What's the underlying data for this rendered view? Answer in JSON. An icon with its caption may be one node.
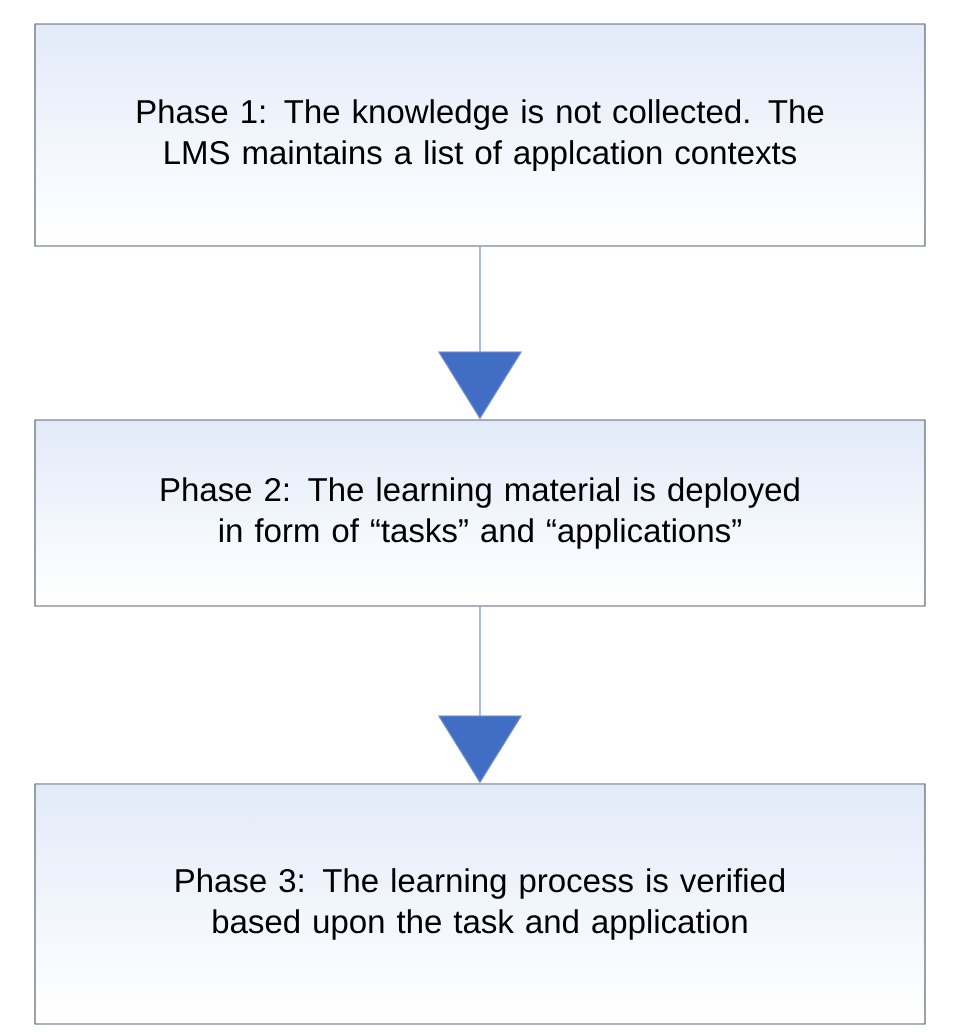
{
  "diagram": {
    "nodes": [
      {
        "text": [
          "Phase 1: The knowledge is not collected. The LMS maintains a list of applcation contexts"
        ]
      },
      {
        "text": [
          "Phase 2: The learning material is deployed in form of “tasks” and “applications”"
        ]
      },
      {
        "text": [
          "Phase 3: The learning process is verified based upon the task and application"
        ]
      }
    ],
    "edges": [
      {
        "from": 0,
        "to": 1,
        "arrow": "to"
      },
      {
        "from": 1,
        "to": 2,
        "arrow": "to"
      }
    ]
  }
}
